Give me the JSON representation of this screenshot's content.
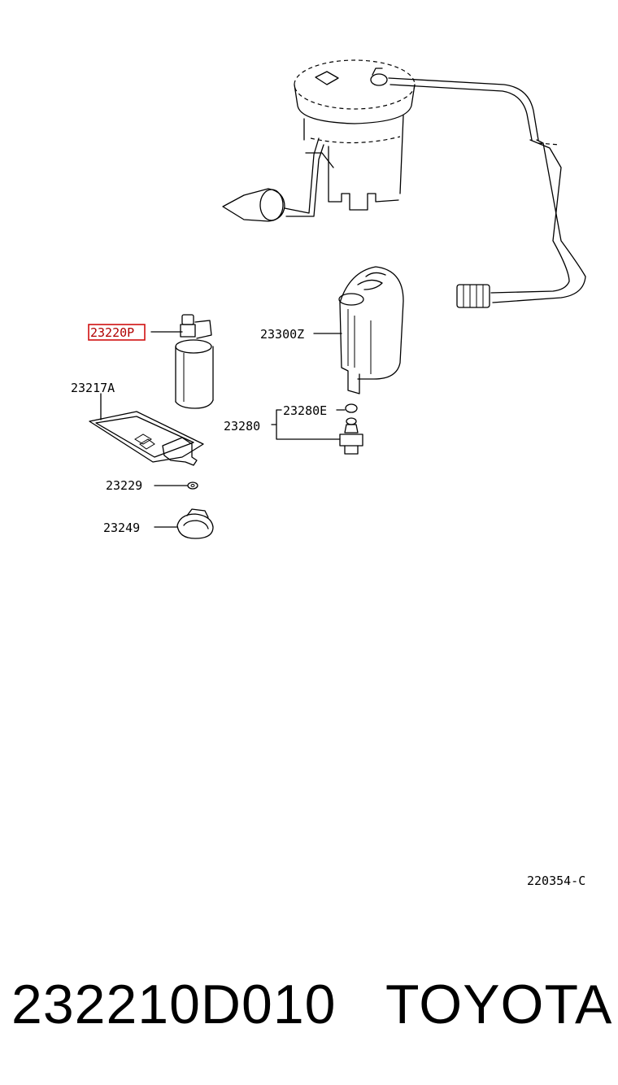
{
  "diagram": {
    "labels": {
      "fuel_pump": "23220P",
      "fuel_filter": "23300Z",
      "suction_filter": "23217A",
      "pressure_regulator": "23280",
      "regulator_oring": "23280E",
      "clip": "23229",
      "cushion": "23249"
    },
    "reference_code": "220354-C",
    "highlight_color": "#d01010"
  },
  "footer": {
    "part_number": "232210D010",
    "brand": "TOYOTA"
  }
}
